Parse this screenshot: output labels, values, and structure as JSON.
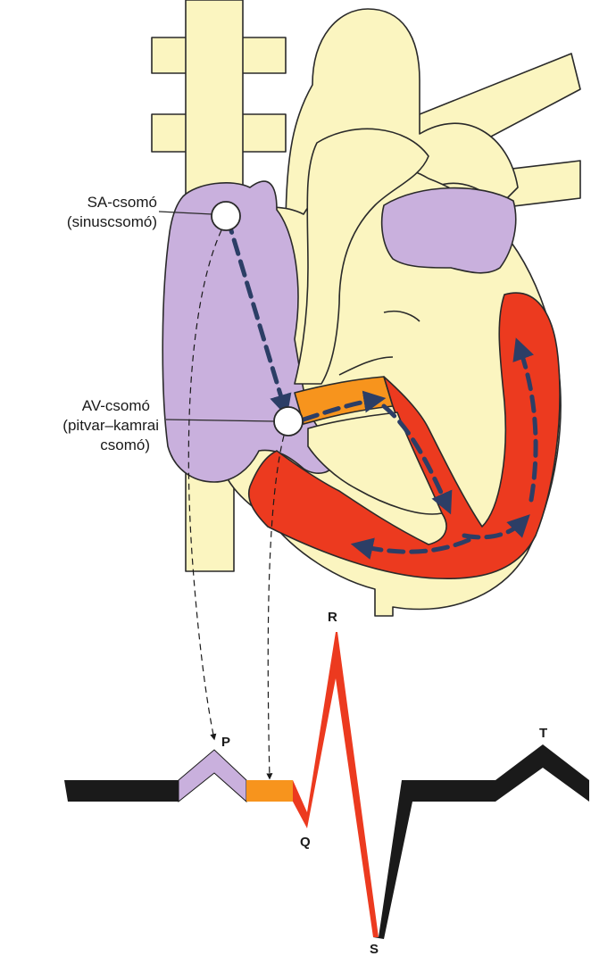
{
  "labels": {
    "sa_node_line1": "SA-csomó",
    "sa_node_line2": "(sinuscsomó)",
    "av_node_line1": "AV-csomó",
    "av_node_line2": "(pitvar–kamrai",
    "av_node_line3": "csomó)"
  },
  "ecg_waves": {
    "p": "P",
    "q": "Q",
    "r": "R",
    "s": "S",
    "t": "T"
  },
  "colors": {
    "vessel": "#fbf5c0",
    "atrium": "#c9b0dd",
    "av_bundle": "#f7941d",
    "ventricle": "#ec3a1f",
    "conduction_arrow": "#2c3e66",
    "ecg_baseline": "#1a1a1a"
  }
}
